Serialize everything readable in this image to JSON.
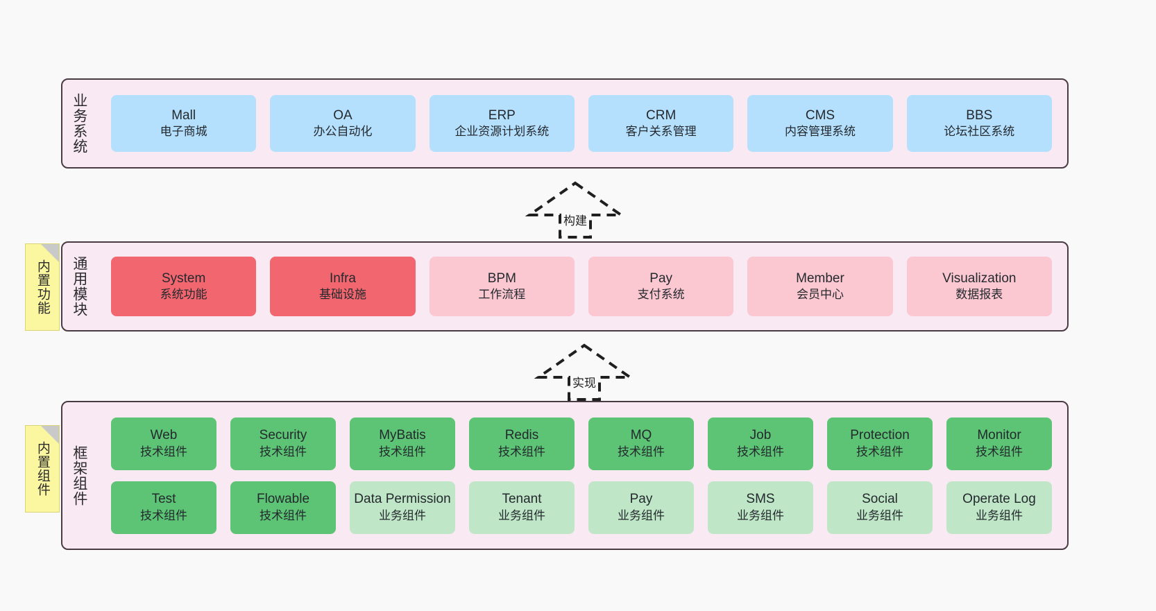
{
  "layers": [
    {
      "id": "business",
      "label": "业务系统",
      "nodes": [
        {
          "title": "Mall",
          "subtitle": "电子商城",
          "color": "#b4e0fd"
        },
        {
          "title": "OA",
          "subtitle": "办公自动化",
          "color": "#b4e0fd"
        },
        {
          "title": "ERP",
          "subtitle": "企业资源计划系统",
          "color": "#b4e0fd"
        },
        {
          "title": "CRM",
          "subtitle": "客户关系管理",
          "color": "#b4e0fd"
        },
        {
          "title": "CMS",
          "subtitle": "内容管理系统",
          "color": "#b4e0fd"
        },
        {
          "title": "BBS",
          "subtitle": "论坛社区系统",
          "color": "#b4e0fd"
        }
      ]
    },
    {
      "id": "module",
      "label": "通用模块",
      "sticky": "内置功能",
      "nodes": [
        {
          "title": "System",
          "subtitle": "系统功能",
          "color": "#f2666f"
        },
        {
          "title": "Infra",
          "subtitle": "基础设施",
          "color": "#f2666f"
        },
        {
          "title": "BPM",
          "subtitle": "工作流程",
          "color": "#fbc8d2"
        },
        {
          "title": "Pay",
          "subtitle": "支付系统",
          "color": "#fbc8d2"
        },
        {
          "title": "Member",
          "subtitle": "会员中心",
          "color": "#fbc8d2"
        },
        {
          "title": "Visualization",
          "subtitle": "数据报表",
          "color": "#fbc8d2"
        }
      ]
    },
    {
      "id": "framework",
      "label": "框架组件",
      "sticky": "内置组件",
      "row1": [
        {
          "title": "Web",
          "subtitle": "技术组件",
          "color": "#5cc474"
        },
        {
          "title": "Security",
          "subtitle": "技术组件",
          "color": "#5cc474"
        },
        {
          "title": "MyBatis",
          "subtitle": "技术组件",
          "color": "#5cc474"
        },
        {
          "title": "Redis",
          "subtitle": "技术组件",
          "color": "#5cc474"
        },
        {
          "title": "MQ",
          "subtitle": "技术组件",
          "color": "#5cc474"
        },
        {
          "title": "Job",
          "subtitle": "技术组件",
          "color": "#5cc474"
        },
        {
          "title": "Protection",
          "subtitle": "技术组件",
          "color": "#5cc474"
        },
        {
          "title": "Monitor",
          "subtitle": "技术组件",
          "color": "#5cc474"
        }
      ],
      "row2": [
        {
          "title": "Test",
          "subtitle": "技术组件",
          "color": "#5cc474"
        },
        {
          "title": "Flowable",
          "subtitle": "技术组件",
          "color": "#5cc474"
        },
        {
          "title": "Data Permission",
          "subtitle": "业务组件",
          "color": "#bfe6c7"
        },
        {
          "title": "Tenant",
          "subtitle": "业务组件",
          "color": "#bfe6c7"
        },
        {
          "title": "Pay",
          "subtitle": "业务组件",
          "color": "#bfe6c7"
        },
        {
          "title": "SMS",
          "subtitle": "业务组件",
          "color": "#bfe6c7"
        },
        {
          "title": "Social",
          "subtitle": "业务组件",
          "color": "#bfe6c7"
        },
        {
          "title": "Operate Log",
          "subtitle": "业务组件",
          "color": "#bfe6c7"
        }
      ]
    }
  ],
  "connectors": [
    {
      "id": "build",
      "label": "构建"
    },
    {
      "id": "implement",
      "label": "实现"
    }
  ],
  "colors": {
    "container_fill": "#f9e9f3",
    "container_border": "#4a3b42",
    "sticky_fill": "#fbf7a0",
    "blue": "#b4e0fd",
    "red": "#f2666f",
    "pink": "#fbc8d2",
    "green_dark": "#5cc474",
    "green_light": "#bfe6c7"
  }
}
